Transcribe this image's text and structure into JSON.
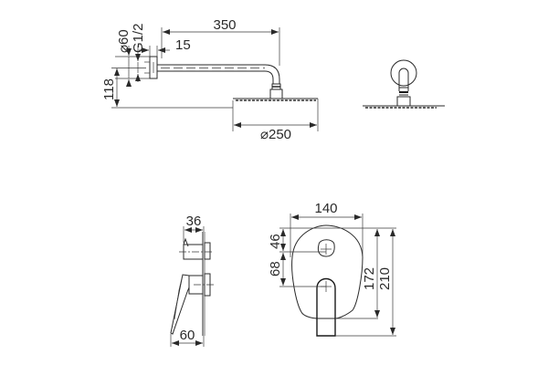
{
  "drawing": {
    "shower_arm_side": {
      "dim_length": "350",
      "dim_flange_diameter": "⌀60",
      "dim_thread": "G1/2",
      "dim_wall_offset": "15",
      "dim_height": "118",
      "dim_head_diameter": "⌀250"
    },
    "shower_head_front": {},
    "mixer_side": {
      "dim_depth_top": "36",
      "dim_depth_bottom": "60"
    },
    "mixer_front": {
      "dim_plate_width": "140",
      "dim_diverter_offset": "46",
      "dim_handle_offset": "68",
      "dim_plate_height": "172",
      "dim_overall_height": "210"
    }
  }
}
